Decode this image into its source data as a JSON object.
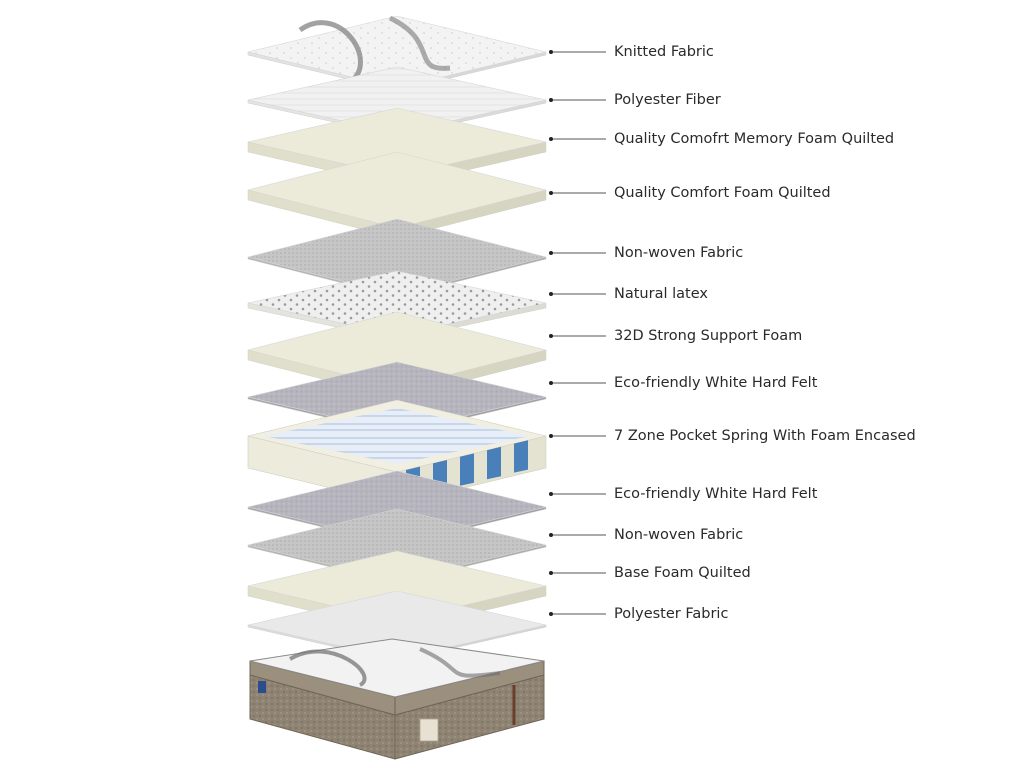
{
  "diagram": {
    "layers": [
      {
        "label": "Knitted Fabric",
        "material": "knit"
      },
      {
        "label": "Polyester Fiber",
        "material": "fiber"
      },
      {
        "label": "Quality Comofrt Memory Foam Quilted",
        "material": "foam"
      },
      {
        "label": "Quality Comfort Foam Quilted",
        "material": "foam"
      },
      {
        "label": "Non-woven Fabric",
        "material": "grey-fabric"
      },
      {
        "label": "Natural latex",
        "material": "latex"
      },
      {
        "label": "32D Strong Support Foam",
        "material": "foam"
      },
      {
        "label": "Eco-friendly White Hard Felt",
        "material": "felt"
      },
      {
        "label": "7 Zone Pocket Spring With Foam Encased",
        "material": "spring"
      },
      {
        "label": "Eco-friendly White Hard Felt",
        "material": "felt"
      },
      {
        "label": "Non-woven Fabric",
        "material": "grey-fabric"
      },
      {
        "label": "Base Foam Quilted",
        "material": "foam"
      },
      {
        "label": "Polyester Fabric",
        "material": "white-fabric"
      }
    ],
    "assembled_mattress": {
      "material": "pillow-top-mattress"
    },
    "colors": {
      "foam": "#ecebd9",
      "felt": "#b4b2bc",
      "grey_fabric": "#c4c4c4",
      "latex": "#efefef",
      "white_fabric": "#e9e9e9",
      "spring_blue": "#2f6fb5",
      "mattress_side": "#8c8170",
      "leader_line": "#555555"
    }
  }
}
